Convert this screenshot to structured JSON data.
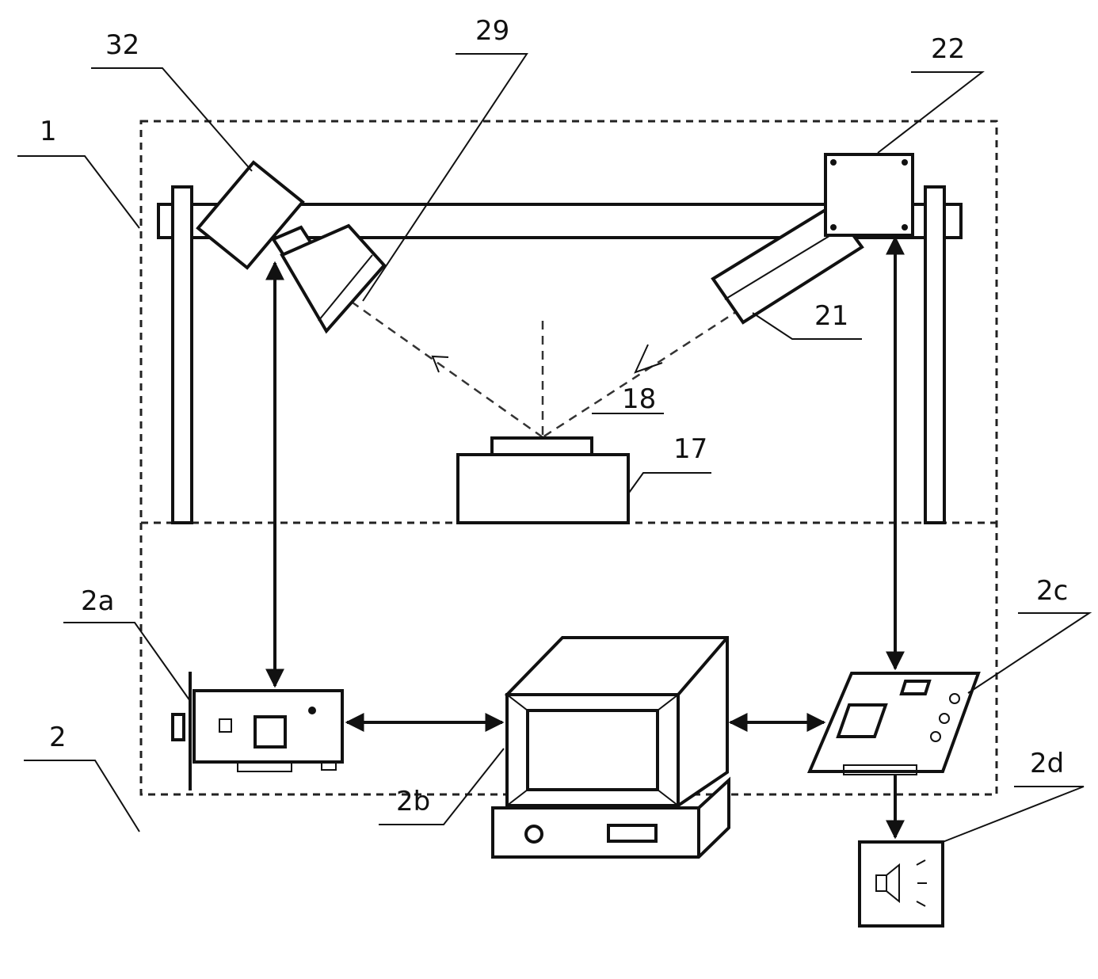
{
  "labels": {
    "l1": "1",
    "l2": "2",
    "l17": "17",
    "l18": "18",
    "l21": "21",
    "l22": "22",
    "l29": "29",
    "l32": "32",
    "l2a": "2a",
    "l2b": "2b",
    "l2c": "2c",
    "l2d": "2d"
  },
  "colors": {
    "ink": "#111111",
    "background": "#ffffff"
  },
  "icons": {
    "speaker": "speaker-icon"
  }
}
